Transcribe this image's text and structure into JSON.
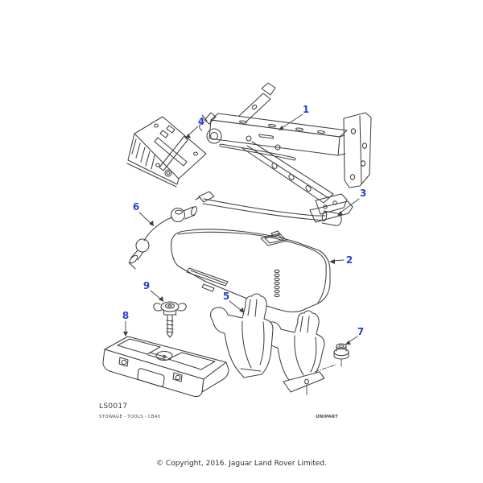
{
  "page": {
    "background_color": "#ffffff",
    "copyright": "© Copyright, 2016. Jaguar Land Rover Limited."
  },
  "diagram": {
    "line_color": "#3f3f3f",
    "label_color": "#2b3fd0",
    "labels": [
      "1",
      "2",
      "3",
      "4",
      "5",
      "6",
      "7",
      "8",
      "9"
    ],
    "code": "LS0017",
    "caption": "STOWAGE - TOOLS - CB40",
    "brand": "UNIPART"
  }
}
